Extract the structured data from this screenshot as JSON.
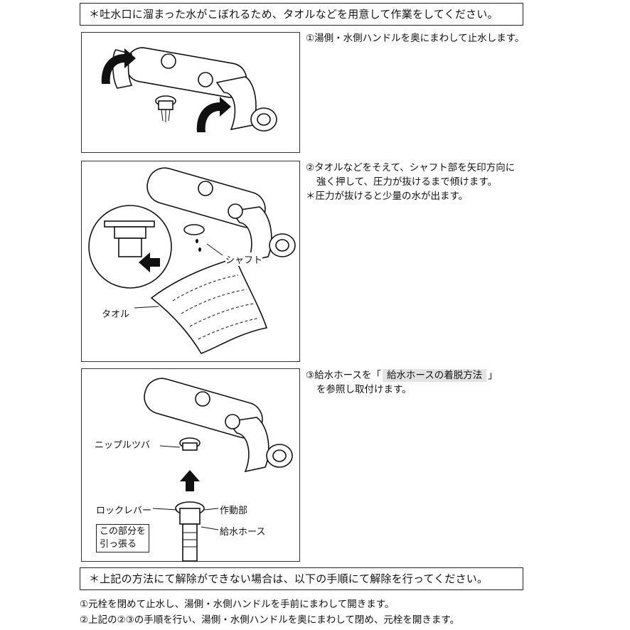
{
  "notices": {
    "top": "＊吐水口に溜まった水がこぼれるため、タオルなどを用意して作業をしてください。",
    "bottom": "＊上記の方法にて解除ができない場合は、以下の手順にて解除を行ってください。"
  },
  "steps": {
    "step1": {
      "line1": "①湯側・水側ハンドルを奥にまわして止水します。"
    },
    "step2": {
      "line1": "②タオルなどをそえて、シャフト部を矢印方向に",
      "line2": "強く押して、圧力が抜けるまで傾けます。",
      "note": "＊圧力が抜けると少量の水が出ます。"
    },
    "step3": {
      "prefix": "③給水ホースを「",
      "ref": "給水ホースの着脱方法",
      "suffix": "」",
      "line2": "を参照し取付けます。"
    }
  },
  "labels": {
    "shaft": "シャフト",
    "towel": "タオル",
    "nipple_flange": "ニップルツバ",
    "lock_lever": "ロックレバー",
    "actuator": "作動部",
    "supply_hose": "給水ホース",
    "pull_line1": "この部分を",
    "pull_line2": "引っ張る"
  },
  "footer": {
    "line1": "①元栓を閉めて止水し、湯側・水側ハンドルを手前にまわして開きます。",
    "line2": "②上記の②③の手順を行い、湯側・水側ハンドルを奥にまわして閉め、元栓を開きます。"
  }
}
